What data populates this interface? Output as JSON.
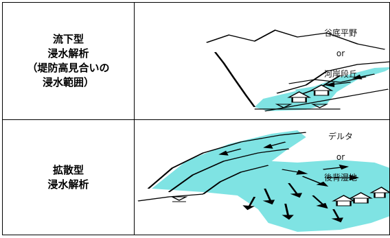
{
  "rows": [
    {
      "label": "流下型\n浸水解析\n（堤防高見合いの\n浸水範囲）",
      "figure": {
        "region": "谷底平野",
        "connector": "or",
        "region_alt": "河岸段丘"
      }
    },
    {
      "label": "拡散型\n浸水解析",
      "figure": {
        "region": "デルタ",
        "connector": "or",
        "region_alt": "後背湿地"
      }
    }
  ],
  "colors": {
    "water": "#7fe3e3",
    "line": "#000000"
  },
  "icons": [
    "house-icon",
    "water-level-icon",
    "flow-arrow-icon"
  ]
}
